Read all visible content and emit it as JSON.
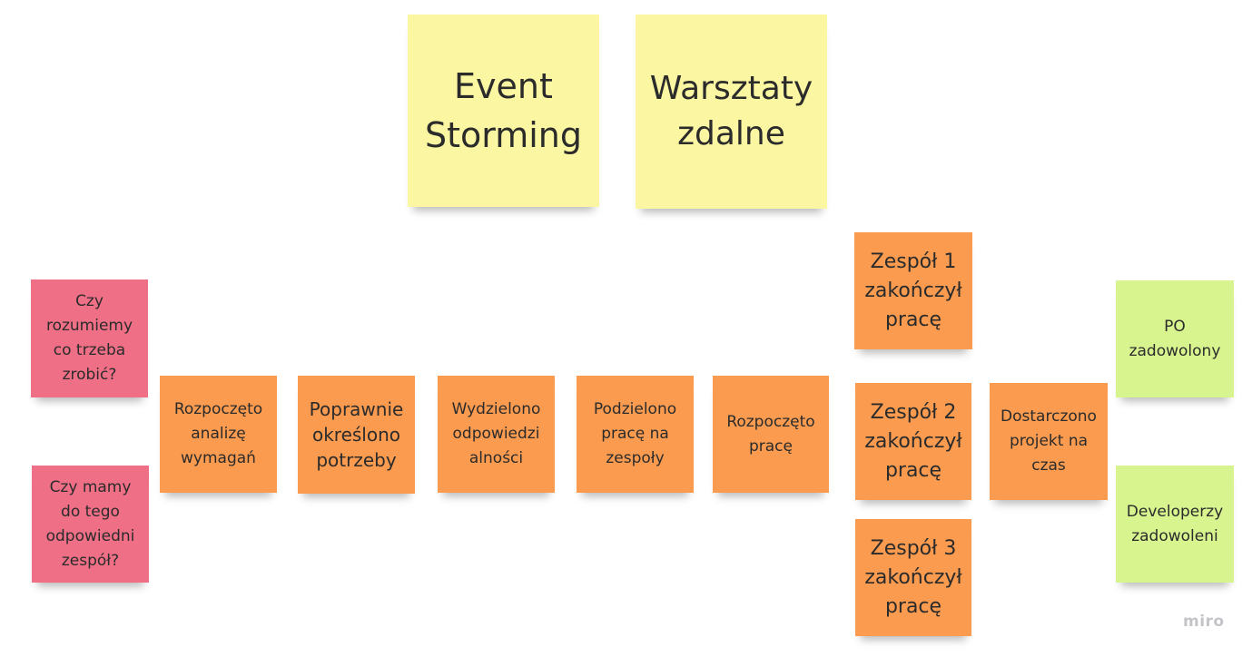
{
  "board": {
    "headers": [
      "Event\nStorming",
      "Warsztaty\nzdalne"
    ],
    "questions": [
      "Czy\nrozumiemy\nco trzeba\nzrobić?",
      "Czy mamy\ndo tego\nodpowiedni\nzespół?"
    ],
    "events": [
      "Rozpoczęto\nanalizę\nwymagań",
      "Poprawnie\nokreślono\npotrzeby",
      "Wydzielono\nodpowiedzi\nalności",
      "Podzielono\npracę na\nzespoły",
      "Rozpoczęto\npracę"
    ],
    "team_events": [
      "Zespół 1\nzakończył\npracę",
      "Zespół 2\nzakończył\npracę",
      "Zespół 3\nzakończył\npracę"
    ],
    "final_event": "Dostarczono\nprojekt na\nczas",
    "outcomes": [
      "PO\nzadowolony",
      "Developerzy\nzadowoleni"
    ]
  },
  "watermark": "miro",
  "colors": {
    "yellow": "#fbf6a2",
    "orange": "#fb9b4f",
    "pink": "#ef6f86",
    "green": "#d7f48f",
    "background": "#ffffff"
  }
}
